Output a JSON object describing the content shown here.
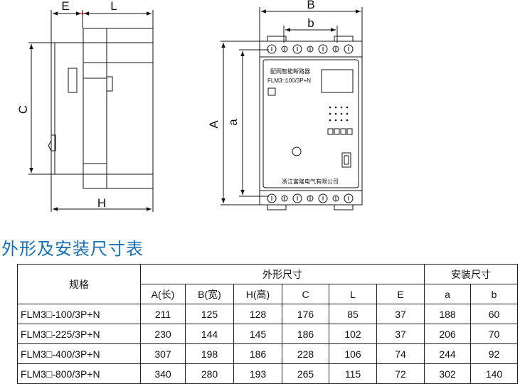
{
  "drawing": {
    "side_labels": {
      "E": "E",
      "L": "L",
      "C": "C",
      "H": "H"
    },
    "front_labels": {
      "B": "B",
      "b": "b",
      "A": "A",
      "a": "a"
    },
    "panel_title": "配网智能断路器",
    "panel_model": "FLM3□100/3P+N",
    "panel_company": "浙江富隆电气有限公司"
  },
  "section_title": "外形及安装尺寸表",
  "table": {
    "spec_header": "规格",
    "outline_header": "外形尺寸",
    "install_header": "安装尺寸",
    "sub_headers": [
      "A(长)",
      "B(宽)",
      "H(高)",
      "C",
      "L",
      "E",
      "a",
      "b"
    ],
    "rows": [
      {
        "model": "FLM3□-100/3P+N",
        "values": [
          "211",
          "125",
          "128",
          "176",
          "85",
          "37",
          "188",
          "60"
        ]
      },
      {
        "model": "FLM3□-225/3P+N",
        "values": [
          "230",
          "144",
          "145",
          "186",
          "102",
          "37",
          "206",
          "70"
        ]
      },
      {
        "model": "FLM3□-400/3P+N",
        "values": [
          "307",
          "198",
          "186",
          "228",
          "106",
          "74",
          "244",
          "92"
        ]
      },
      {
        "model": "FLM3□-800/3P+N",
        "values": [
          "340",
          "280",
          "193",
          "265",
          "115",
          "72",
          "302",
          "140"
        ]
      }
    ]
  }
}
